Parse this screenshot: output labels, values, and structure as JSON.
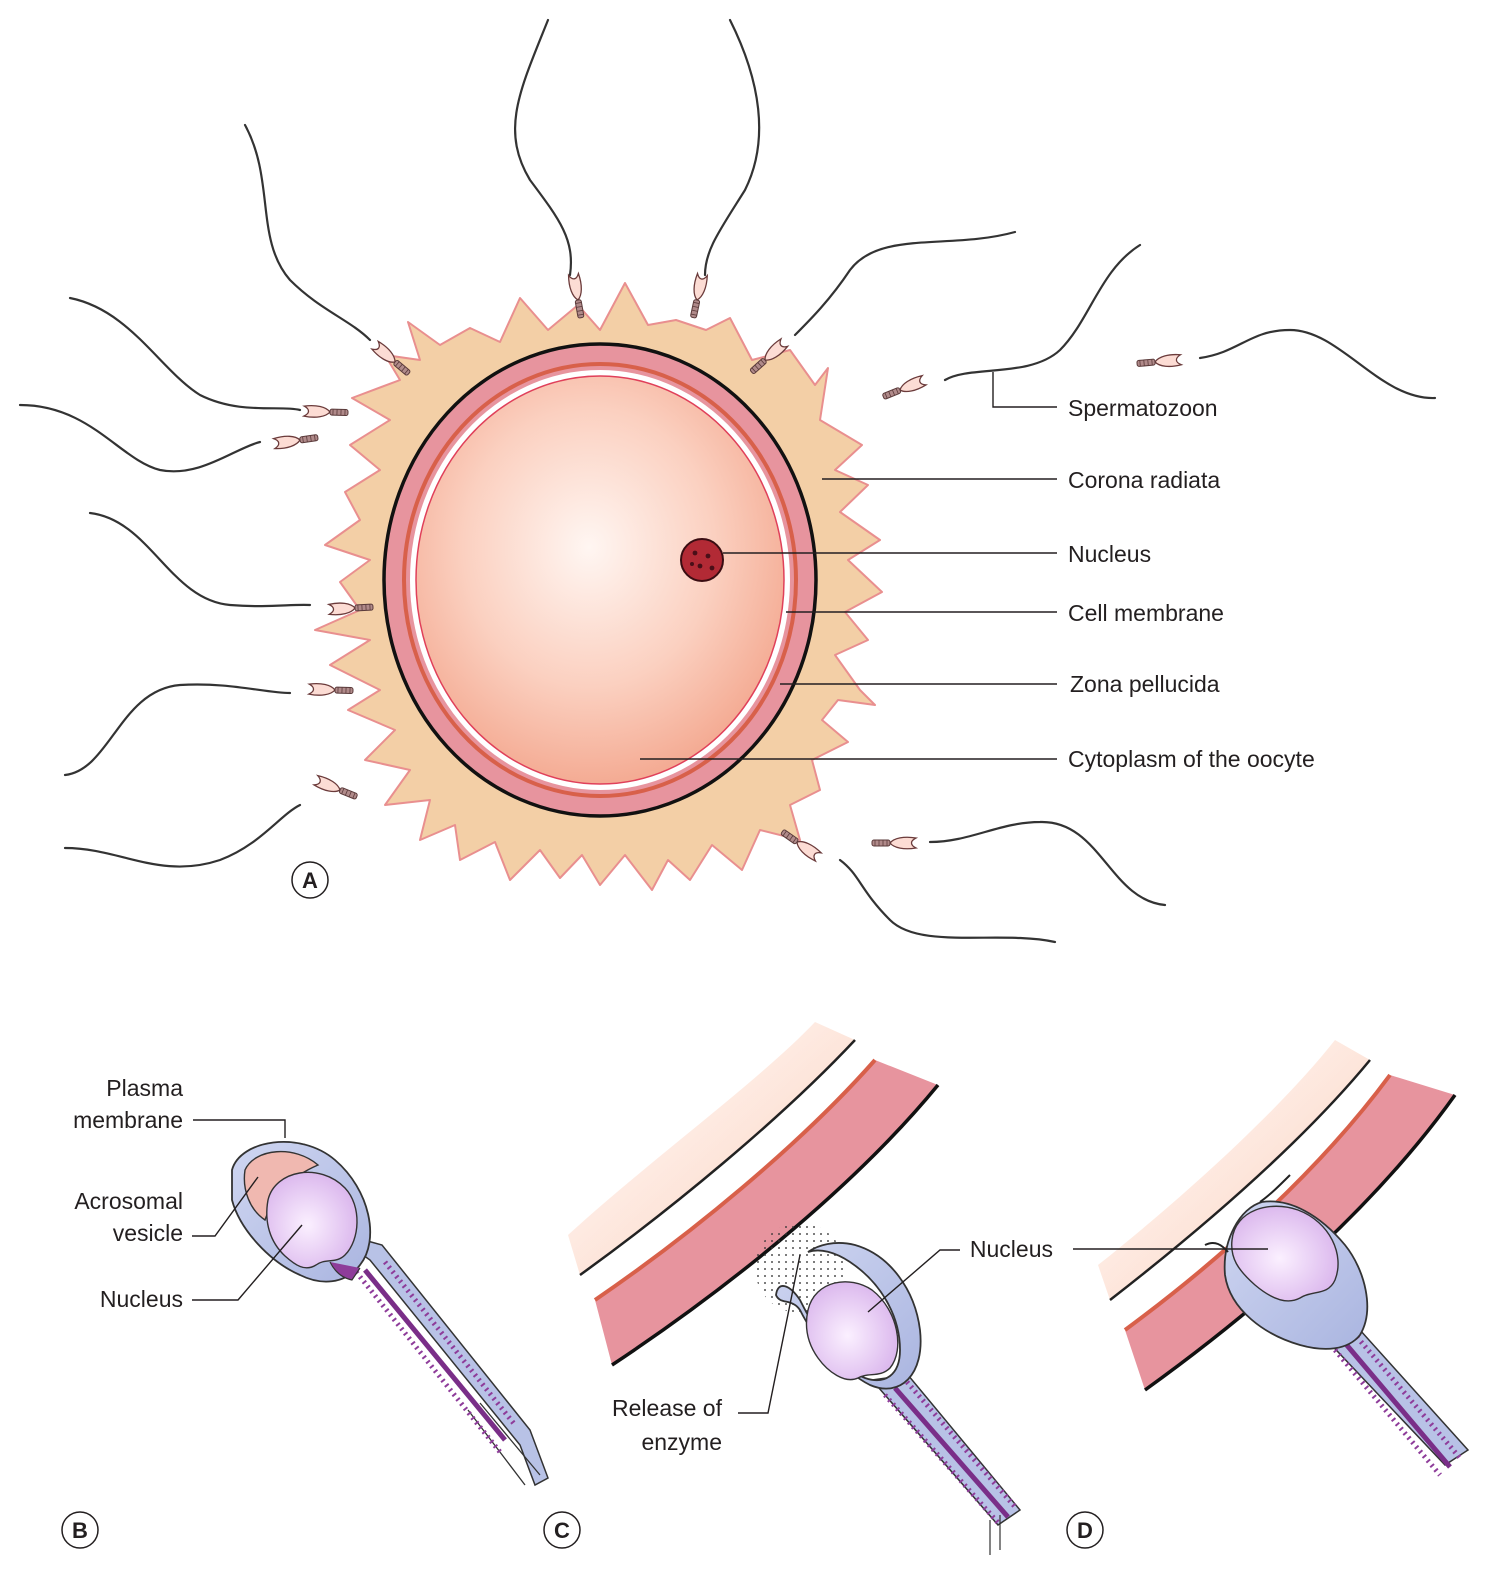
{
  "panels": {
    "a": "A",
    "b": "B",
    "c": "C",
    "d": "D"
  },
  "labels_a": {
    "spermatozoon": "Spermatozoon",
    "corona_radiata": "Corona radiata",
    "nucleus": "Nucleus",
    "cell_membrane": "Cell membrane",
    "zona_pellucida": "Zona pellucida",
    "cytoplasm": "Cytoplasm of the oocyte"
  },
  "labels_b": {
    "plasma_membrane_1": "Plasma",
    "plasma_membrane_2": "membrane",
    "acrosomal_vesicle_1": "Acrosomal",
    "acrosomal_vesicle_2": "vesicle",
    "nucleus": "Nucleus"
  },
  "labels_c": {
    "release_1": "Release of",
    "release_2": "enzyme"
  },
  "labels_d": {
    "nucleus": "Nucleus"
  },
  "colors": {
    "corona": "#f3cfa6",
    "corona_edge": "#e98f8f",
    "zona": "#e7949e",
    "membrane": "#d8604a",
    "cytoplasm_center": "#fff3ee",
    "cytoplasm_edge": "#f3a88e",
    "nucleus": "#b22a35",
    "sperm_head": "#b8c2e6",
    "sperm_nucleus": "#e2c2ef",
    "acrosome": "#f0b8b0",
    "midpiece": "#8e3c9a"
  }
}
